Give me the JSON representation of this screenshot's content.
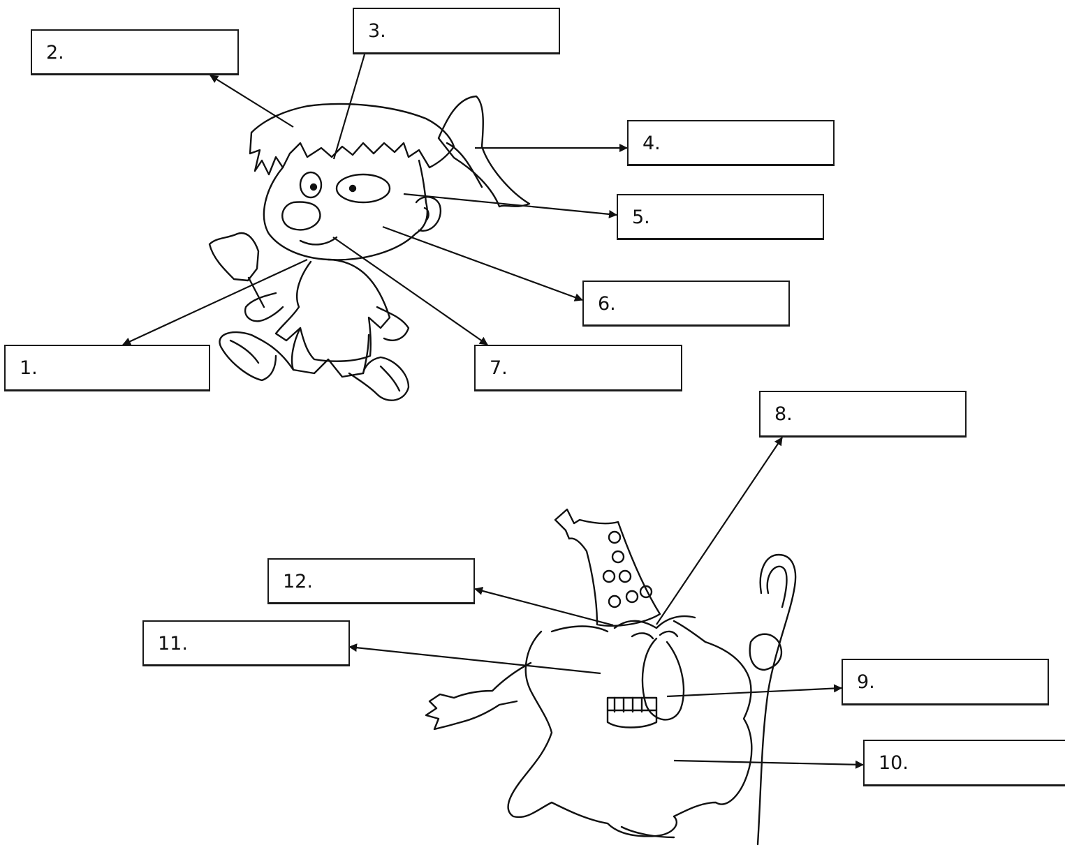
{
  "labels": {
    "l1": "1.",
    "l2": "2.",
    "l3": "3.",
    "l4": "4.",
    "l5": "5.",
    "l6": "6.",
    "l7": "7.",
    "l8": "8.",
    "l9": "9.",
    "l10": "10.",
    "l11": "11.",
    "l12": "12."
  },
  "colors": {
    "ink": "#111111",
    "paper": "#ffffff"
  }
}
